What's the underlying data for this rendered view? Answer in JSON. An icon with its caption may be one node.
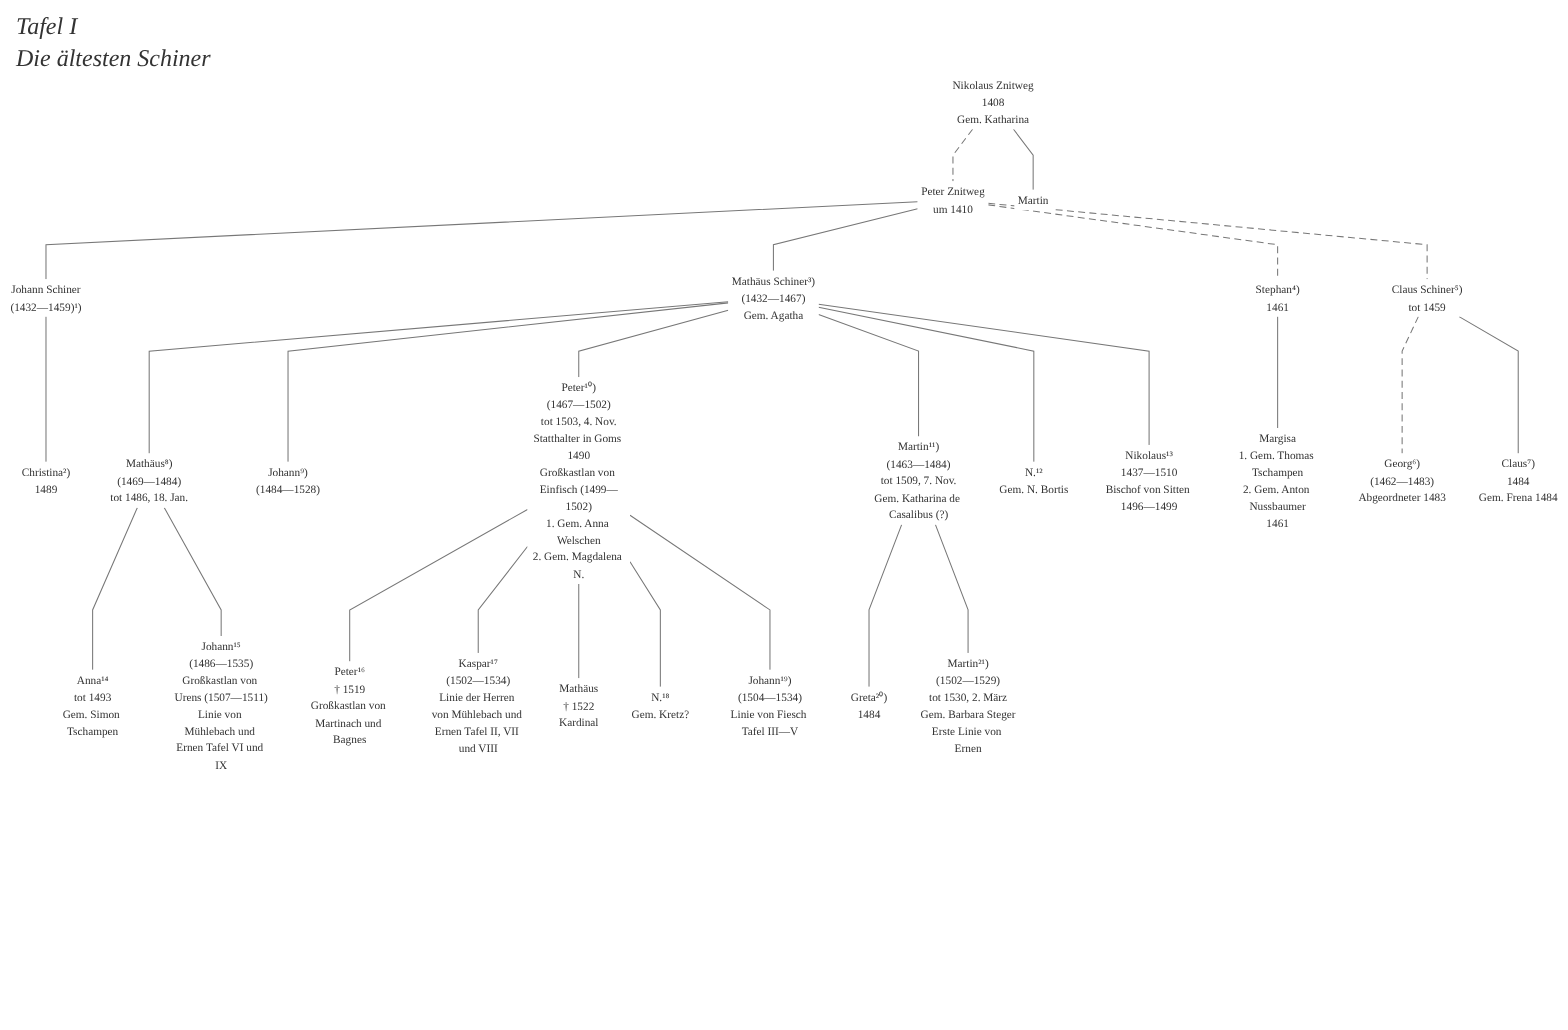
{
  "diagram": {
    "title": "Tafel I",
    "nodes": [
      {
        "text": [
          "Nikolaus Znitweg",
          "1408",
          "Gem. Katharina"
        ]
      },
      {
        "text": [
          "Peter Znitweg",
          "um 1410"
        ]
      },
      {
        "text": [
          "Martin"
        ]
      },
      {
        "text": [
          "Johann Schiner",
          "(1432—1459)¹)"
        ]
      },
      {
        "text": [
          "Christina²)",
          "1489"
        ]
      },
      {
        "text": [
          "Mathäus Schiner³)",
          "(1432—1467)",
          "Gem. Agatha"
        ]
      },
      {
        "text": [
          "Stephan⁴)",
          "1461"
        ]
      },
      {
        "text": [
          "Margisa",
          "1. Gem. Thomas Tschampen",
          "2. Gem. Anton Nussbaumer",
          "1461"
        ]
      },
      {
        "text": [
          "Claus Schiner⁵)",
          "tot 1459"
        ]
      },
      {
        "text": [
          "Georg⁶)",
          "(1462—1483)",
          "Abgeordneter 1483"
        ]
      },
      {
        "text": [
          "Claus⁷)",
          "1484",
          "Gem. Frena 1484"
        ]
      },
      {
        "text": [
          "Mathäus⁸)",
          "(1469—1484)",
          "tot 1486, 18. Jan."
        ]
      },
      {
        "text": [
          "Johann⁹)",
          "(1484—1528)"
        ]
      },
      {
        "text": [
          "Peter¹⁰)",
          "(1467—1502)",
          "tot 1503, 4. Nov.",
          "Statthalter in Goms 1490",
          "Großkastlan von Einfisch (1499—1502)",
          "1. Gem. Anna Welschen",
          "2. Gem. Magdalena N."
        ]
      },
      {
        "text": [
          "Martin¹¹)",
          "(1463—1484)",
          "tot 1509, 7. Nov.",
          "Gem. Katharina de Casalibus (?)"
        ]
      },
      {
        "text": [
          "N.¹²",
          "Gem. N. Bortis"
        ]
      },
      {
        "text": [
          "Nikolaus¹³",
          "1437—1510",
          "Bischof von Sitten 1496—1499"
        ]
      },
      {
        "text": [
          "Anna¹⁴",
          "tot 1493",
          "Gem. Simon Tschampen"
        ]
      },
      {
        "text": [
          "Johann¹⁵",
          "(1486—1535)",
          "Großkastlan von Urens (1507—1511)",
          "Linie von Mühlebach und Ernen Tafel VI und IX"
        ]
      },
      {
        "text": [
          "Peter¹⁶",
          "† 1519",
          "Großkastlan von Martinach und Bagnes"
        ]
      },
      {
        "text": [
          "Kaspar¹⁷",
          "(1502—1534)",
          "Linie der Herren von Mühlebach und Ernen Tafel II, VII und VIII"
        ]
      },
      {
        "text": [
          "Mathäus",
          "† 1522",
          "Kardinal"
        ]
      },
      {
        "text": [
          "N.¹⁸",
          "Gem. Kretz?"
        ]
      },
      {
        "text": [
          "Johann¹⁹)",
          "(1504—1534)",
          "Linie von Fiesch Tafel III—V"
        ]
      },
      {
        "text": [
          "Greta²⁰)",
          "1484"
        ]
      },
      {
        "text": [
          "Martin²¹)",
          "(1502—1529)",
          "tot 1530, 2. März",
          "Gem. Barbara Steger",
          "Erste Linie von Ernen"
        ]
      }
    ],
    "edges": [
      {
        "from": 0,
        "to": 1,
        "arrow": "none",
        "style": "dashed"
      },
      {
        "from": 0,
        "to": 2,
        "arrow": "none"
      },
      {
        "from": 1,
        "to": 3,
        "arrow": "none"
      },
      {
        "from": 1,
        "to": 5,
        "arrow": "none"
      },
      {
        "from": 1,
        "to": 6,
        "arrow": "none",
        "style": "dashed"
      },
      {
        "from": 1,
        "to": 8,
        "arrow": "none",
        "style": "dashed"
      },
      {
        "from": 3,
        "to": 4,
        "arrow": "none"
      },
      {
        "from": 6,
        "to": 7,
        "arrow": "none"
      },
      {
        "from": 8,
        "to": 9,
        "arrow": "none",
        "style": "dashed"
      },
      {
        "from": 8,
        "to": 10,
        "arrow": "none"
      },
      {
        "from": 5,
        "to": 11,
        "arrow": "none"
      },
      {
        "from": 5,
        "to": 12,
        "arrow": "none"
      },
      {
        "from": 5,
        "to": 13,
        "arrow": "none"
      },
      {
        "from": 5,
        "to": 14,
        "arrow": "none"
      },
      {
        "from": 5,
        "to": 15,
        "arrow": "none"
      },
      {
        "from": 5,
        "to": 16,
        "arrow": "none"
      },
      {
        "from": 11,
        "to": 17,
        "arrow": "none"
      },
      {
        "from": 11,
        "to": 18,
        "arrow": "none"
      },
      {
        "from": 13,
        "to": 19,
        "arrow": "none"
      },
      {
        "from": 13,
        "to": 20,
        "arrow": "none"
      },
      {
        "from": 13,
        "to": 21,
        "arrow": "none"
      },
      {
        "from": 13,
        "to": 22,
        "arrow": "none"
      },
      {
        "from": 13,
        "to": 23,
        "arrow": "none"
      },
      {
        "from": 14,
        "to": 24,
        "arrow": "none"
      },
      {
        "from": 14,
        "to": 25,
        "arrow": "none"
      }
    ],
    "labels": [
      "Die ältesten Schiner"
    ]
  }
}
